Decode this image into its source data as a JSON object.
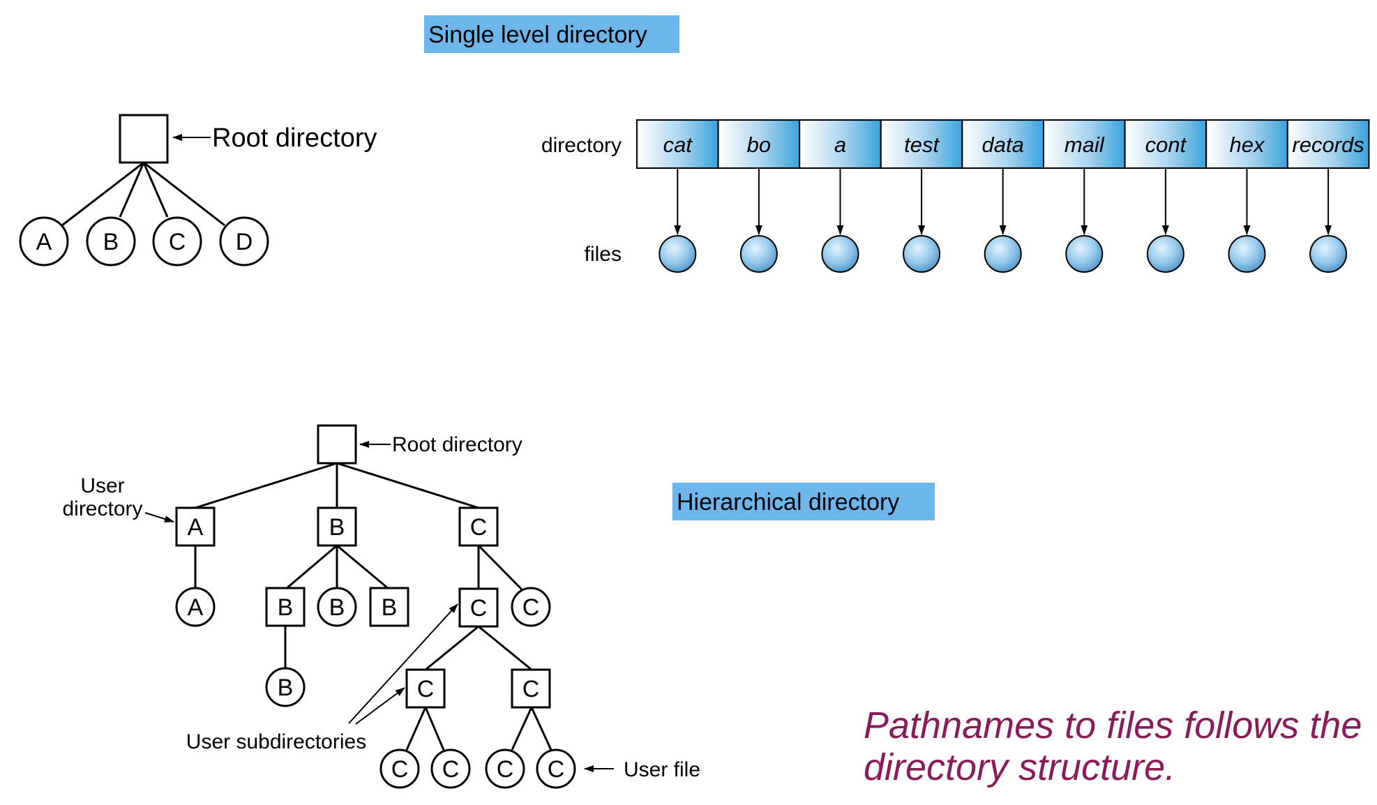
{
  "single_level": {
    "title": "Single level directory",
    "highlight_color": "#6db6ec",
    "tree": {
      "root_label": "Root directory",
      "files": [
        "A",
        "B",
        "C",
        "D"
      ]
    },
    "table": {
      "row_directory_label": "directory",
      "row_files_label": "files",
      "entries": [
        "cat",
        "bo",
        "a",
        "test",
        "data",
        "mail",
        "cont",
        "hex",
        "records"
      ]
    }
  },
  "hierarchical": {
    "title": "Hierarchical directory",
    "root_label": "Root directory",
    "user_directory_label_line1": "User",
    "user_directory_label_line2": "directory",
    "user_subdirectories_label": "User subdirectories",
    "user_file_label": "User file",
    "nodes": {
      "dirA": "A",
      "dirB": "B",
      "dirC": "C",
      "fileA": "A",
      "subB1": "B",
      "fileB1": "B",
      "subB2": "B",
      "fileB2": "B",
      "subC1": "C",
      "fileC1": "C",
      "subC2": "C",
      "subC3": "C",
      "fileC2": "C",
      "fileC3": "C",
      "fileC4": "C",
      "fileC5": "C"
    }
  },
  "note": {
    "line1": "Pathnames to files follows the",
    "line2": "directory structure.",
    "color": "#8b1a5a"
  }
}
